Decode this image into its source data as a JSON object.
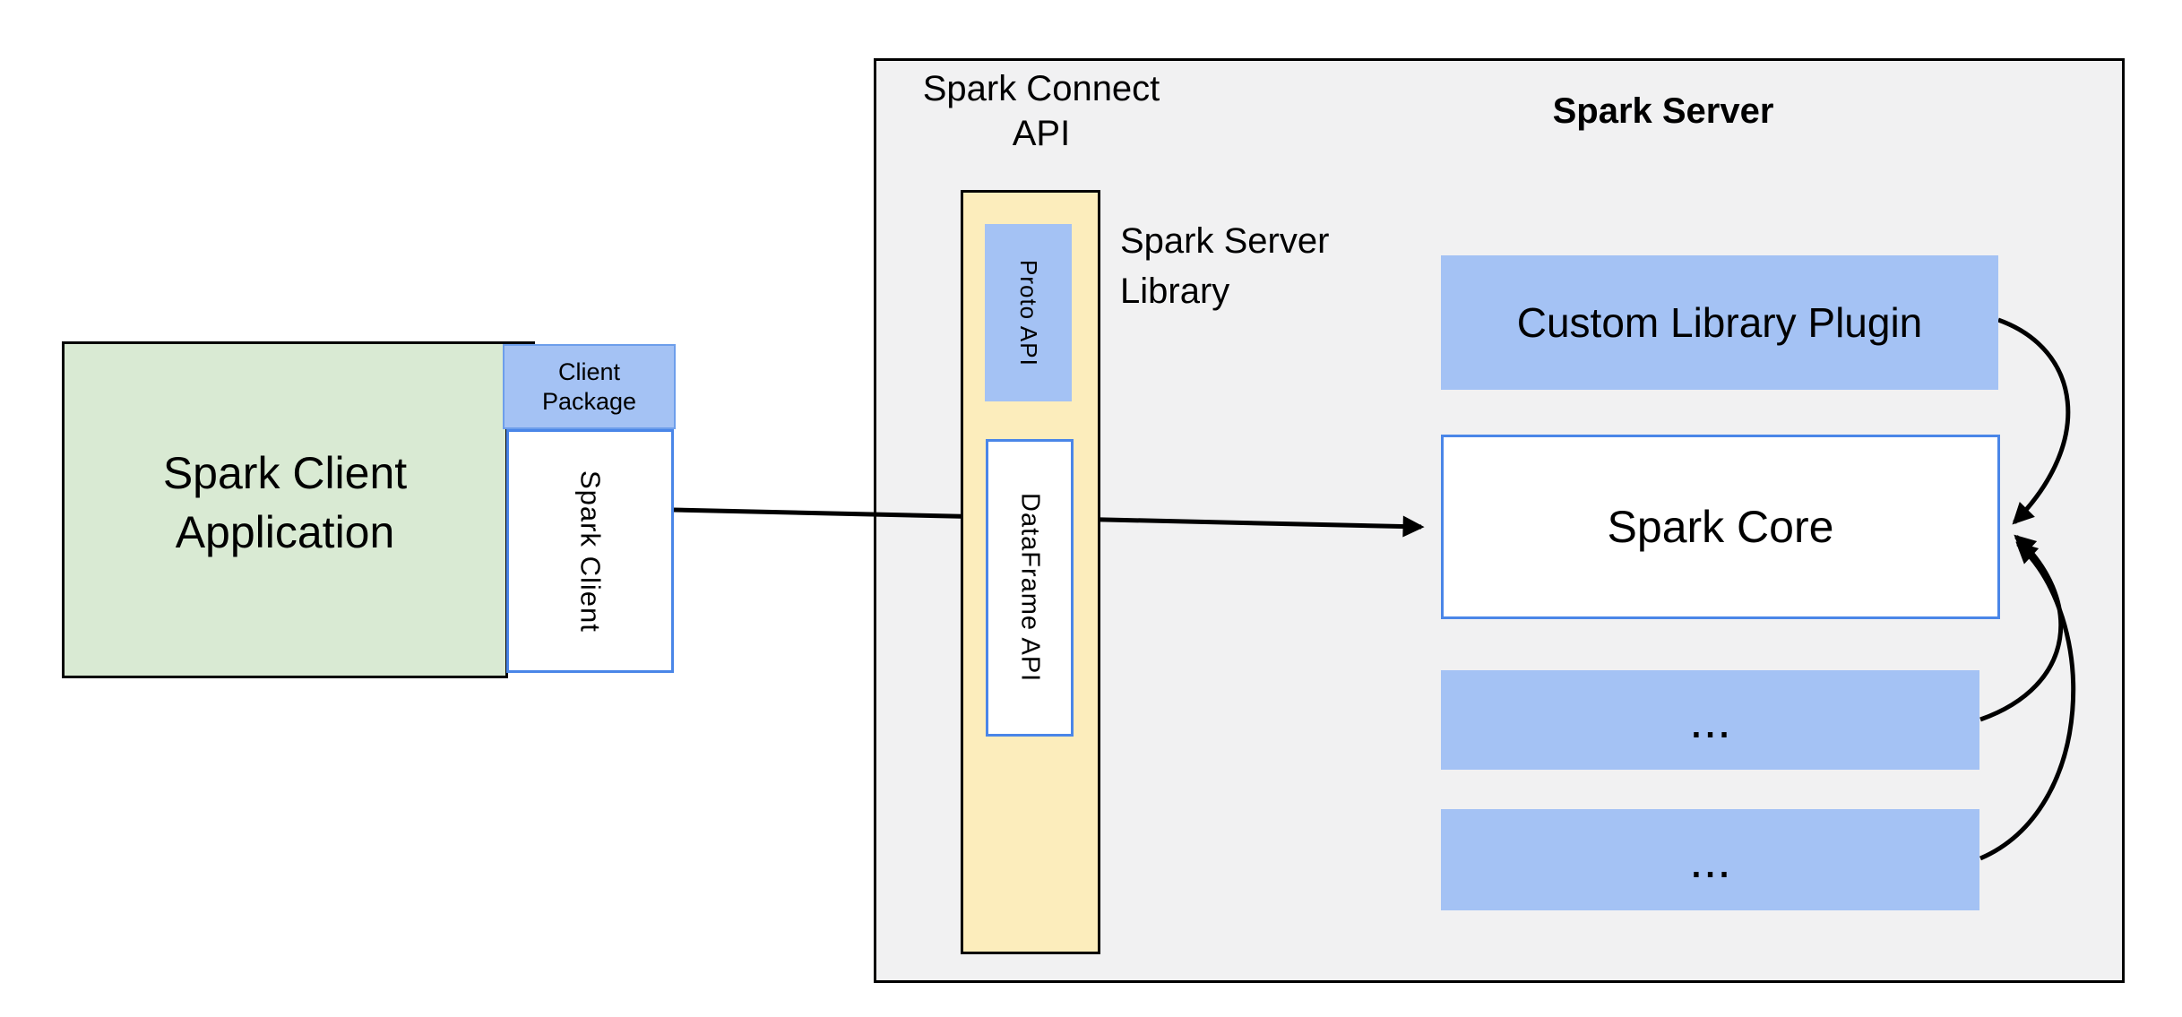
{
  "diagram": {
    "client_application": {
      "label": "Spark Client\nApplication"
    },
    "client_package": {
      "label": "Client\nPackage"
    },
    "spark_client": {
      "label": "Spark Client"
    },
    "spark_connect_api": {
      "label": "Spark Connect\nAPI"
    },
    "spark_server": {
      "title": "Spark Server"
    },
    "spark_server_library": {
      "label": "Spark Server\nLibrary"
    },
    "proto_api": {
      "label": "Proto API"
    },
    "dataframe_api": {
      "label": "DataFrame API"
    },
    "custom_library_plugin": {
      "label": "Custom Library Plugin"
    },
    "spark_core": {
      "label": "Spark Core"
    },
    "plugin_slot_1": {
      "label": "..."
    },
    "plugin_slot_2": {
      "label": "..."
    }
  },
  "colors": {
    "box_blue_fill": "#a4c2f4",
    "box_blue_border": "#4a86e8",
    "package_border_blue": "#6d9eeb",
    "client_green_fill": "#d9ead3",
    "library_yellow_fill": "#fcedbc",
    "server_gray_fill": "#f1f1f2",
    "line_black": "#000000"
  }
}
